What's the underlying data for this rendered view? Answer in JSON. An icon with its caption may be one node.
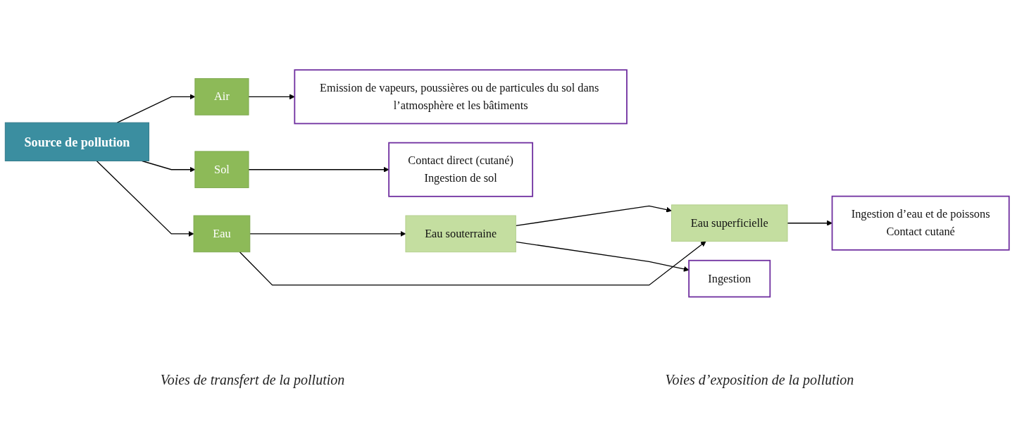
{
  "diagram": {
    "nodes": [
      {
        "text": [
          "Source de pollution"
        ]
      },
      {
        "text": [
          "Air"
        ]
      },
      {
        "text": [
          "Sol"
        ]
      },
      {
        "text": [
          "Eau"
        ]
      },
      {
        "text": [
          "Eau souterraine"
        ]
      },
      {
        "text": [
          "Eau superficielle"
        ]
      },
      {
        "text": [
          "Emission de vapeurs, poussières ou de particules du sol dans l’atmosphère et les bâtiments"
        ]
      },
      {
        "text": [
          "Contact direct (cutané)",
          "Ingestion de sol"
        ]
      },
      {
        "text": [
          "Ingestion"
        ]
      },
      {
        "text": [
          "Ingestion d’eau et de poissons",
          "Contact cutané"
        ]
      }
    ],
    "edges": [
      {
        "from": 0,
        "to": 1,
        "arrow": "to"
      },
      {
        "from": 0,
        "to": 2,
        "arrow": "to"
      },
      {
        "from": 0,
        "to": 3,
        "arrow": "to"
      },
      {
        "from": 1,
        "to": 6,
        "arrow": "to"
      },
      {
        "from": 2,
        "to": 7,
        "arrow": "to"
      },
      {
        "from": 3,
        "to": 4,
        "arrow": "to"
      },
      {
        "from": 3,
        "to": 5,
        "arrow": "to"
      },
      {
        "from": 4,
        "to": 5,
        "arrow": "to"
      },
      {
        "from": 4,
        "to": 8,
        "arrow": "to"
      },
      {
        "from": 5,
        "to": 9,
        "arrow": "to"
      }
    ],
    "labels": [
      "Voies de transfert de la pollution",
      "Voies d’exposition de la pollution"
    ]
  }
}
